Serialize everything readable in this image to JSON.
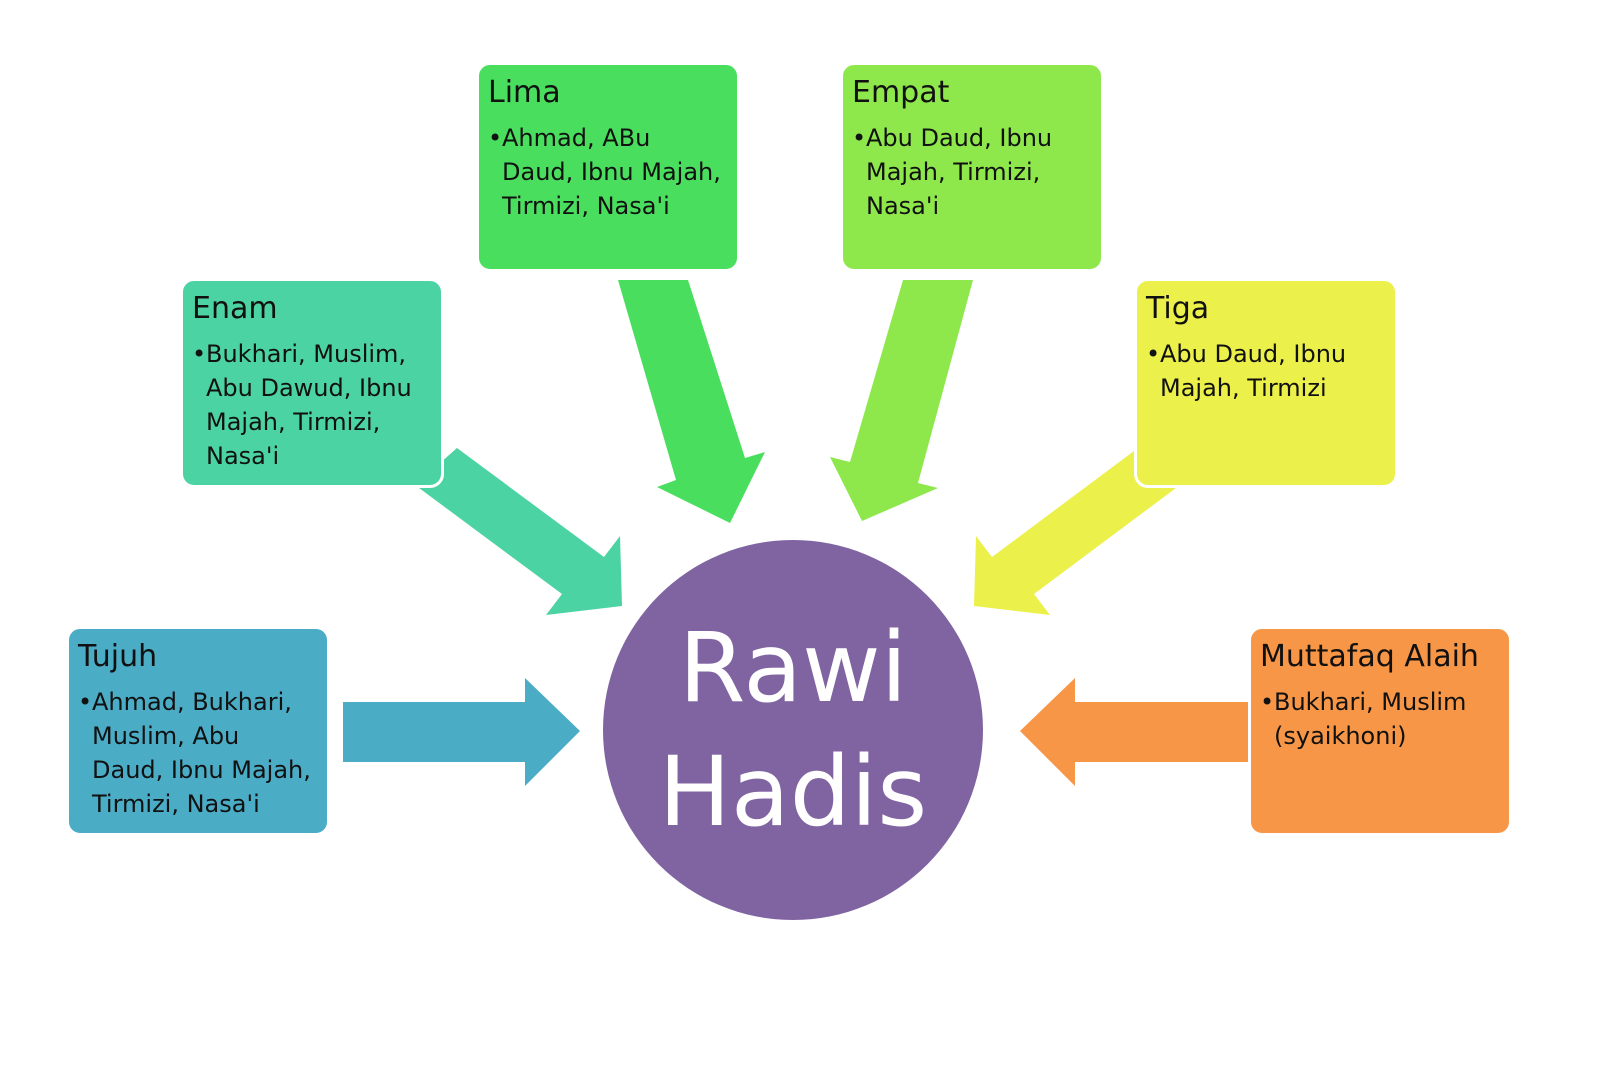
{
  "center": {
    "line1": "Rawi",
    "line2": "Hadis",
    "color": "#8064a2"
  },
  "nodes": [
    {
      "key": "tujuh",
      "title": "Tujuh",
      "items": [
        "Ahmad, Bukhari, Muslim, Abu Daud, Ibnu Majah, Tirmizi, Nasa'i"
      ],
      "color": "#4bacc6"
    },
    {
      "key": "enam",
      "title": "Enam",
      "items": [
        "Bukhari, Muslim, Abu Dawud, Ibnu Majah, Tirmizi, Nasa'i"
      ],
      "color": "#4cd3a3"
    },
    {
      "key": "lima",
      "title": "Lima",
      "items": [
        "Ahmad, ABu Daud, Ibnu Majah, Tirmizi, Nasa'i"
      ],
      "color": "#4ade5e"
    },
    {
      "key": "empat",
      "title": "Empat",
      "items": [
        "Abu Daud, Ibnu Majah, Tirmizi, Nasa'i"
      ],
      "color": "#8ee84c"
    },
    {
      "key": "tiga",
      "title": "Tiga",
      "items": [
        "Abu Daud, Ibnu Majah, Tirmizi"
      ],
      "color": "#ecf04a"
    },
    {
      "key": "muttafaq",
      "title": "Muttafaq Alaih",
      "items": [
        "Bukhari, Muslim (syaikhoni)"
      ],
      "color": "#f79646"
    }
  ]
}
